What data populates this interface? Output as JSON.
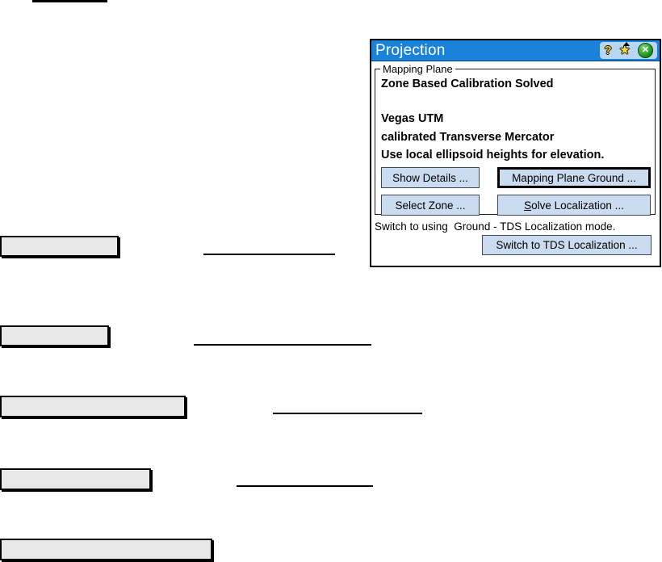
{
  "dialog": {
    "title": "Projection",
    "titlebar_icons": {
      "help_glyph": "?",
      "star_glyph": "★",
      "close_glyph": "✕"
    },
    "mapping_plane": {
      "label": "Mapping Plane",
      "calibration_status": "Zone Based Calibration Solved",
      "zone_name": "Vegas UTM",
      "projection_type": "calibrated Transverse Mercator",
      "elevation_note": "Use local ellipsoid heights for elevation.",
      "buttons": {
        "show_details": "Show Details ...",
        "mapping_plane_ground": "Mapping Plane Ground ...",
        "select_zone": "Select Zone ...",
        "solve_localization": {
          "accel": "S",
          "rest": "olve Localization ..."
        }
      }
    },
    "footer": {
      "status": "Switch to using  Ground - TDS Localization mode.",
      "switch_button": "Switch to TDS Localization ..."
    },
    "colors": {
      "titlebar_blue": "#1A82D9",
      "icon_tray_blue": "#B9D6F2",
      "button_face_blue": "#CCDCF0",
      "close_green": "#27A127",
      "star_gold": "#F7D83E",
      "placeholder_gray": "#E8E8E8"
    }
  }
}
